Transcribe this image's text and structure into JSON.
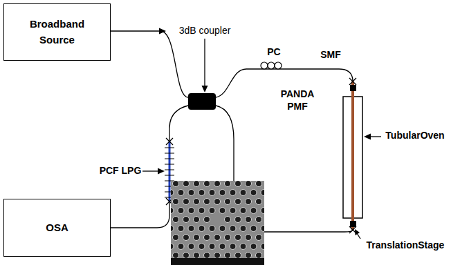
{
  "diagram": {
    "nodes": [
      {
        "text": [
          "Broadband Source"
        ]
      },
      {
        "text": [
          "OSA"
        ]
      }
    ],
    "labels": [
      "3dB coupler",
      "PC",
      "SMF",
      "PANDA PMF",
      "TubularOven",
      "TranslationStage",
      "PCF LPG"
    ]
  }
}
